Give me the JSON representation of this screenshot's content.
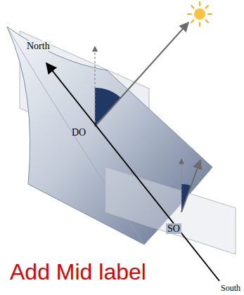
{
  "diagram": {
    "labels": [
      "North",
      "DO",
      "SO",
      "Add Mid label",
      "South"
    ]
  }
}
